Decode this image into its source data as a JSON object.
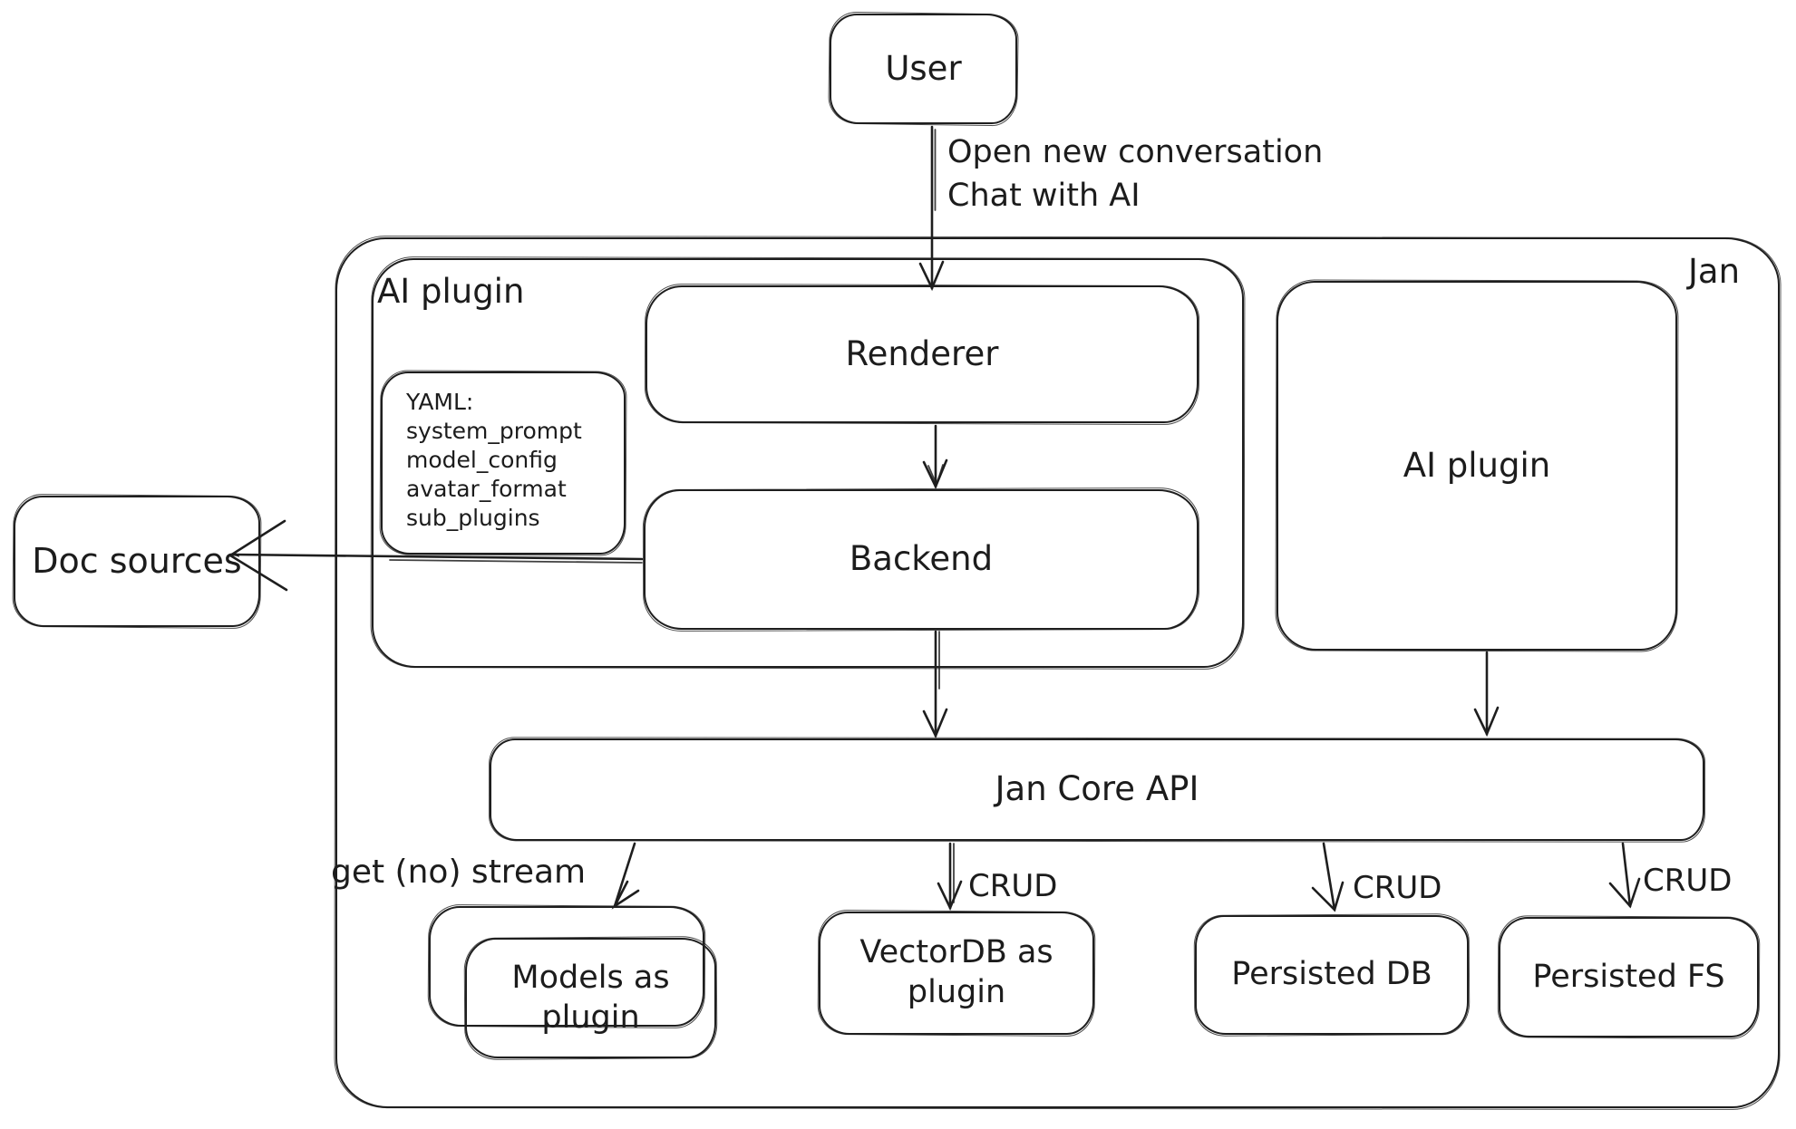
{
  "nodes": {
    "user": "User",
    "jan": "Jan",
    "ai_plugin_container": "AI plugin",
    "renderer": "Renderer",
    "backend": "Backend",
    "doc_sources": "Doc sources",
    "ai_plugin": "AI plugin",
    "jan_core_api": "Jan Core API",
    "models_as_plugin": "Models as plugin",
    "vectordb_as_plugin": "VectorDB as plugin",
    "persisted_db": "Persisted DB",
    "persisted_fs": "Persisted FS"
  },
  "yaml_note": {
    "title": "YAML:",
    "lines": [
      "system_prompt",
      "model_config",
      "avatar_format",
      "sub_plugins"
    ]
  },
  "edge_labels": {
    "user_action_line1": "Open new conversation",
    "user_action_line2": "Chat with AI",
    "get_no_stream": "get (no) stream",
    "crud_vectordb": "CRUD",
    "crud_persisted_db": "CRUD",
    "crud_persisted_fs": "CRUD"
  },
  "colors": {
    "stroke": "#1e1e1e",
    "background": "#ffffff"
  }
}
